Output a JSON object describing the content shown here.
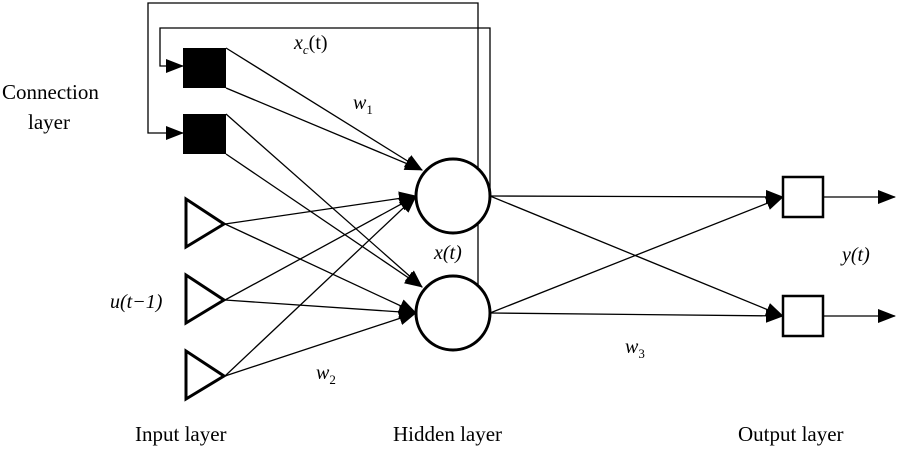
{
  "labels": {
    "connection_layer_line1": "Connection",
    "connection_layer_line2": "layer",
    "input_layer": "Input layer",
    "hidden_layer": "Hidden layer",
    "output_layer": "Output layer",
    "context_state": "x",
    "context_state_sub": "c",
    "context_state_arg": "(t)",
    "hidden_state": "x(t)",
    "input_signal": "u(t−1)",
    "output_signal": "y(t)",
    "w1": "w",
    "w1_sub": "1",
    "w2": "w",
    "w2_sub": "2",
    "w3": "w",
    "w3_sub": "3"
  }
}
